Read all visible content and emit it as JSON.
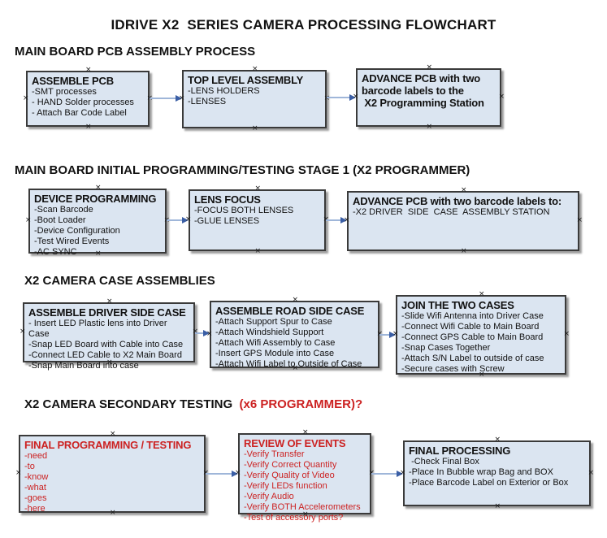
{
  "title": "IDRIVE X2  SERIES CAMERA PROCESSING FLOWCHART",
  "colors": {
    "box-fill": "#dbe5f1",
    "box-border": "#3a3a3a",
    "arrow-line": "#9fb6d9",
    "arrow-head": "#3a5ea5",
    "red": "#cc2222"
  },
  "sections": [
    {
      "heading": "MAIN BOARD PCB ASSEMBLY PROCESS",
      "boxes": [
        {
          "title": "ASSEMBLE PCB",
          "items": [
            "-SMT processes",
            "- HAND Solder processes",
            "- Attach Bar Code Label"
          ]
        },
        {
          "title": "TOP LEVEL ASSEMBLY",
          "items": [
            "-LENS HOLDERS",
            "-LENSES"
          ]
        },
        {
          "title": "ADVANCE PCB with two\nbarcode labels to the\n X2 Programming Station",
          "items": []
        }
      ]
    },
    {
      "heading": "MAIN BOARD INITIAL PROGRAMMING/TESTING STAGE 1 (X2 PROGRAMMER)",
      "boxes": [
        {
          "title": "DEVICE PROGRAMMING",
          "items": [
            "-Scan Barcode",
            "-Boot Loader",
            "-Device Configuration",
            "-Test Wired Events",
            "-AC SYNC"
          ]
        },
        {
          "title": "LENS FOCUS",
          "items": [
            "-FOCUS BOTH LENSES",
            "-GLUE LENSES"
          ]
        },
        {
          "title": "ADVANCE PCB with two barcode labels to:",
          "items": [
            "-X2 DRIVER  SIDE  CASE  ASSEMBLY STATION"
          ]
        }
      ]
    },
    {
      "heading": "X2 CAMERA CASE ASSEMBLIES",
      "boxes": [
        {
          "title": "ASSEMBLE DRIVER SIDE CASE",
          "items": [
            "- Insert LED Plastic lens into Driver Case",
            "-Snap LED Board with Cable into Case",
            "-Connect LED Cable to X2 Main Board",
            "-Snap Main Board into case"
          ]
        },
        {
          "title": "ASSEMBLE ROAD SIDE CASE",
          "items": [
            "-Attach Support Spur to Case",
            "-Attach Windshield Support",
            "-Attach Wifi Assembly to Case",
            "-Insert GPS Module into Case",
            "-Attach Wifi Label to Outside of Case"
          ]
        },
        {
          "title": "JOIN THE TWO CASES",
          "items": [
            "-Slide Wifi Antenna into Driver Case",
            "-Connect Wifi Cable to Main Board",
            "-Connect GPS Cable to Main Board",
            "-Snap Cases Together",
            "-Attach S/N Label to outside of case",
            "-Secure cases with Screw"
          ]
        }
      ]
    },
    {
      "heading": "X2 CAMERA SECONDARY TESTING  ",
      "heading_red": "(x6 PROGRAMMER)?",
      "boxes": [
        {
          "title": "FINAL PROGRAMMING / TESTING",
          "red": true,
          "items": [
            "-need",
            "-to",
            "-know",
            "-what",
            "-goes",
            "-here"
          ]
        },
        {
          "title": "REVIEW OF EVENTS",
          "red": true,
          "items": [
            "-Verify Transfer",
            "-Verify Correct Quantity",
            "-Verify Quality of Video",
            "-Verify LEDs function",
            "-Verify Audio",
            "-Verify BOTH Accelerometers",
            "-Test of accessory ports?"
          ]
        },
        {
          "title": "FINAL PROCESSING",
          "items": [
            " -Check Final Box",
            "-Place In Bubble wrap Bag and BOX",
            "-Place Barcode Label on Exterior or Box"
          ]
        }
      ]
    }
  ]
}
